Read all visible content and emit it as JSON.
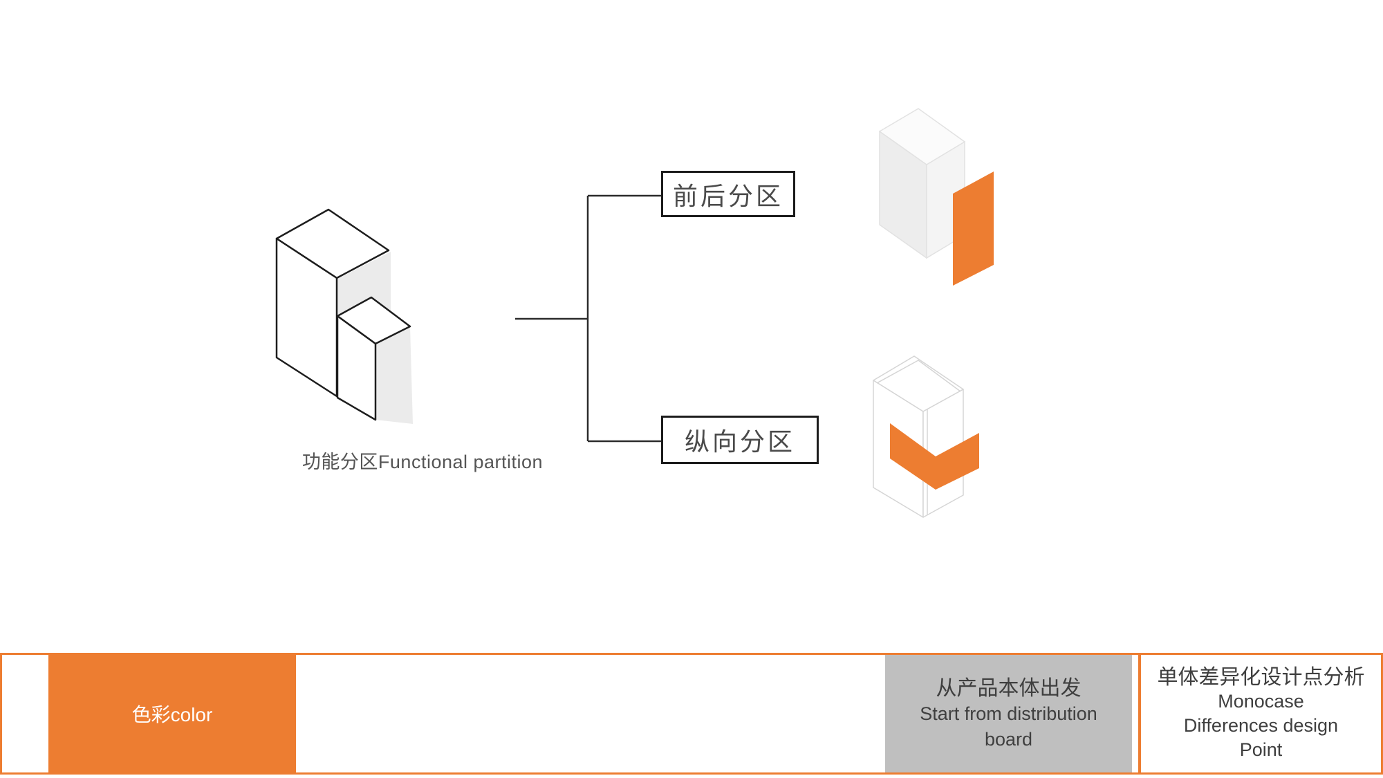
{
  "diagram": {
    "root_label": "功能分区Functional partition",
    "branch_top": "前后分区",
    "branch_bottom": "纵向分区"
  },
  "footer": {
    "color_label": "色彩color",
    "gray_card": {
      "title_zh": "从产品本体出发",
      "subtitle_lines": [
        "Start from distribution",
        "board"
      ]
    },
    "right_card": {
      "title_zh": "单体差异化设计点分析",
      "subtitle_lines": [
        "Monocase",
        "Differences design",
        "Point"
      ]
    }
  },
  "icons": {
    "wireframe": "functional-partition-wireframe-icon",
    "front_back": "front-back-partition-illustration-icon",
    "vertical": "vertical-partition-illustration-icon"
  },
  "colors": {
    "accent_orange": "#ED7D31",
    "card_gray": "#BFBFBF",
    "line_black": "#1d1d1d",
    "shade_gray": "#EBEBEB"
  }
}
